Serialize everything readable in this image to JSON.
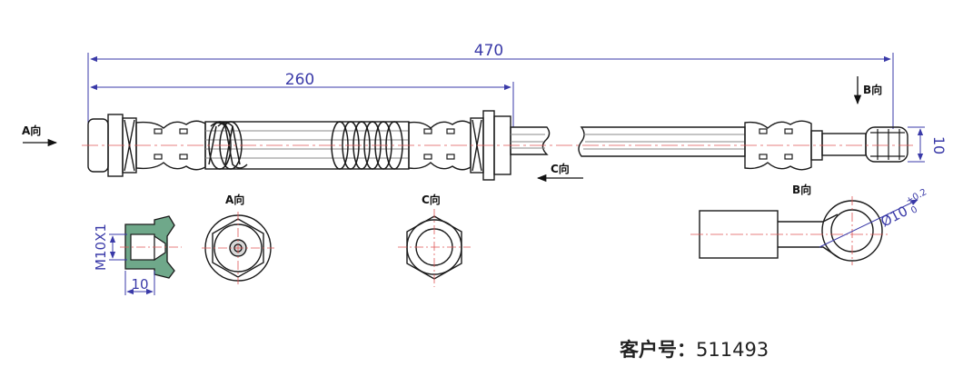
{
  "dimensions": {
    "overall_length": "470",
    "partial_length": "260",
    "end_height": "10",
    "thread_spec": "M10X1",
    "thread_length": "10",
    "bore_nominal": "Ø10",
    "bore_tol_upper": "+0.2",
    "bore_tol_lower": "0"
  },
  "view_labels": {
    "a_arrow": "A向",
    "b_arrow": "B向",
    "c_arrow": "C向",
    "a_view": "A向",
    "c_view": "C向",
    "b_view": "B向"
  },
  "customer": {
    "label": "客户号：",
    "number": "511493"
  },
  "colors": {
    "dimension": "#3a3aa8",
    "line": "#1a1a1a",
    "section_fill": "#6fa88a",
    "centerline": "#e05555"
  }
}
